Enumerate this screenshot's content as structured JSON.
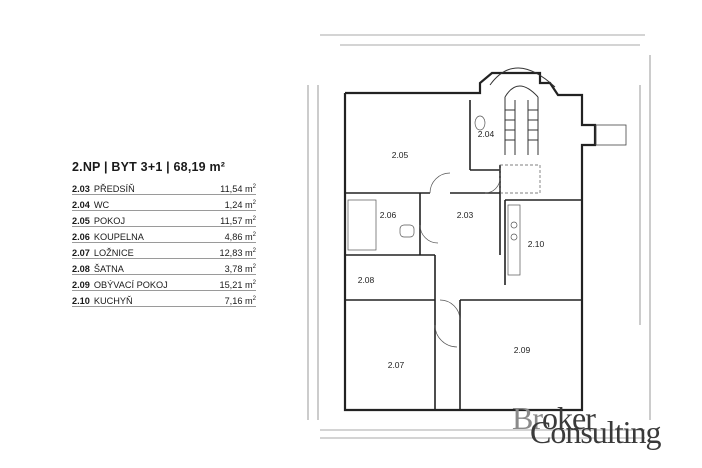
{
  "legend": {
    "title": "2.NP | BYT 3+1 | 68,19 m²",
    "rooms": [
      {
        "code": "2.03",
        "name": "PŘEDSÍŇ",
        "area": "11,54 m",
        "unit_sup": "2"
      },
      {
        "code": "2.04",
        "name": "WC",
        "area": "1,24 m",
        "unit_sup": "2"
      },
      {
        "code": "2.05",
        "name": "POKOJ",
        "area": "11,57 m",
        "unit_sup": "2"
      },
      {
        "code": "2.06",
        "name": "KOUPELNA",
        "area": "4,86 m",
        "unit_sup": "2"
      },
      {
        "code": "2.07",
        "name": "LOŽNICE",
        "area": "12,83 m",
        "unit_sup": "2"
      },
      {
        "code": "2.08",
        "name": "ŠATNA",
        "area": "3,78 m",
        "unit_sup": "2"
      },
      {
        "code": "2.09",
        "name": "OBÝVACÍ POKOJ",
        "area": "15,21 m",
        "unit_sup": "2"
      },
      {
        "code": "2.10",
        "name": "KUCHYŇ",
        "area": "7,16 m",
        "unit_sup": "2"
      }
    ]
  },
  "plan": {
    "room_labels": [
      "2.04",
      "2.05",
      "2.06",
      "2.03",
      "2.10",
      "2.08",
      "2.09",
      "2.07"
    ]
  },
  "logo": {
    "line1_a": "Br",
    "line1_b": "oker",
    "line2": "Consulting"
  }
}
